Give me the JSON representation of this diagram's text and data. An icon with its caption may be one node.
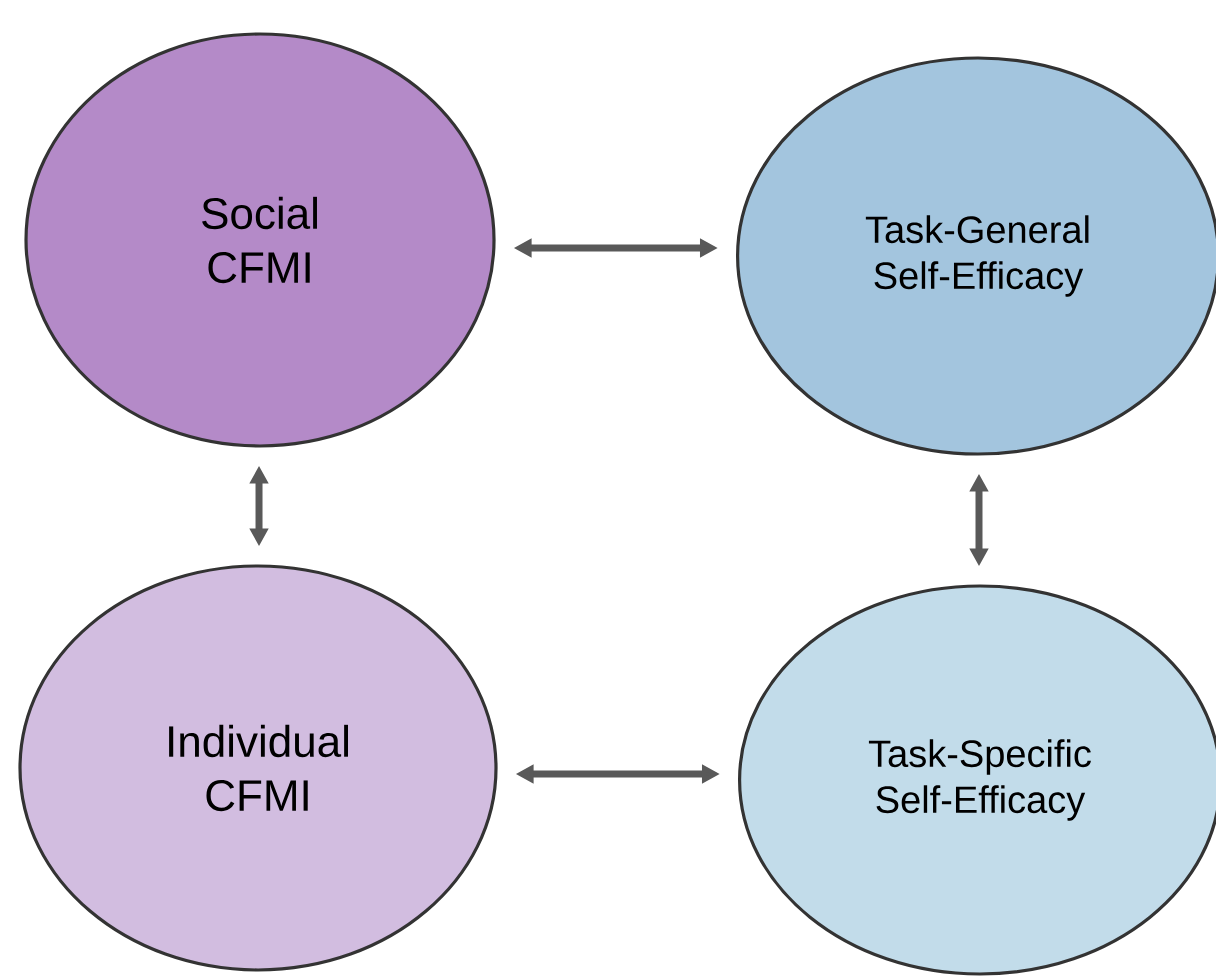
{
  "diagram": {
    "nodes": [
      {
        "text": [
          "Social CFMI"
        ]
      },
      {
        "text": [
          "Task-General Self-Efficacy"
        ]
      },
      {
        "text": [
          "Individual CFMI"
        ]
      },
      {
        "text": [
          "Task-Specific Self-Efficacy"
        ]
      }
    ],
    "edges": [
      {
        "from": 0,
        "to": 1,
        "arrow": "both"
      },
      {
        "from": 0,
        "to": 2,
        "arrow": "both"
      },
      {
        "from": 1,
        "to": 3,
        "arrow": "both"
      },
      {
        "from": 2,
        "to": 3,
        "arrow": "both"
      }
    ]
  }
}
